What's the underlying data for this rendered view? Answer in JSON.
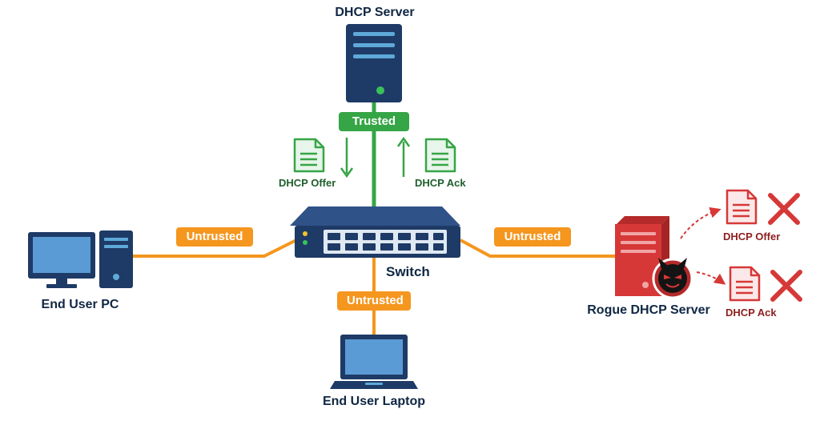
{
  "nodes": {
    "dhcp_server": "DHCP Server",
    "switch": "Switch",
    "end_user_pc": "End User PC",
    "end_user_laptop": "End User Laptop",
    "rogue_server": "Rogue DHCP Server"
  },
  "ports": {
    "top": "Trusted",
    "left": "Untrusted",
    "right": "Untrusted",
    "bottom": "Untrusted"
  },
  "legit_messages": {
    "offer": "DHCP Offer",
    "ack": "DHCP Ack"
  },
  "rogue_messages": {
    "offer": "DHCP Offer",
    "ack": "DHCP Ack"
  },
  "colors": {
    "trusted": "#36a546",
    "untrusted": "#f5961e",
    "rogue": "#d63838",
    "device": "#1e3a66"
  }
}
